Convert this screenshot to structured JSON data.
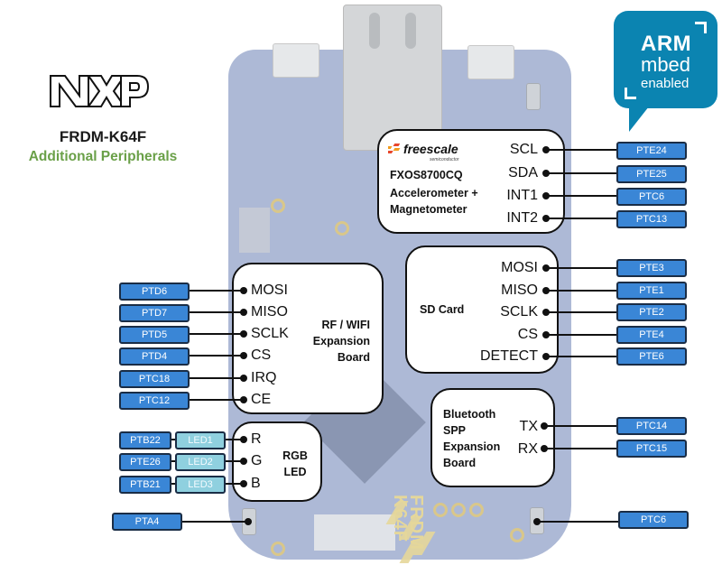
{
  "branding": {
    "vendor_logo": "NXP",
    "board_name": "FRDM-K64F",
    "subtitle": "Additional Peripherals",
    "badge": {
      "line1": "ARM",
      "line2": "mbed",
      "line3": "enabled",
      "color": "#0b84b1"
    },
    "accent_green": "#6aa048"
  },
  "board_silkscreen": {
    "label1": "FRDM",
    "label2": "K64F"
  },
  "colors": {
    "pin_fill": "#3a86d6",
    "led_fill": "#8fd0df",
    "pin_border": "#1a2d46"
  },
  "accelerometer": {
    "brand": "freescale",
    "brand_sub": "semiconductor",
    "part": "FXOS8700CQ",
    "desc_line1": "Accelerometer +",
    "desc_line2": "Magnetometer",
    "signals": [
      {
        "name": "SCL",
        "pin": "PTE24"
      },
      {
        "name": "SDA",
        "pin": "PTE25"
      },
      {
        "name": "INT1",
        "pin": "PTC6"
      },
      {
        "name": "INT2",
        "pin": "PTC13"
      }
    ]
  },
  "sd_card": {
    "title": "SD Card",
    "signals": [
      {
        "name": "MOSI",
        "pin": "PTE3"
      },
      {
        "name": "MISO",
        "pin": "PTE1"
      },
      {
        "name": "SCLK",
        "pin": "PTE2"
      },
      {
        "name": "CS",
        "pin": "PTE4"
      },
      {
        "name": "DETECT",
        "pin": "PTE6"
      }
    ]
  },
  "rf_wifi": {
    "title_line1": "RF / WIFI",
    "title_line2": "Expansion",
    "title_line3": "Board",
    "signals": [
      {
        "name": "MOSI",
        "pin": "PTD6"
      },
      {
        "name": "MISO",
        "pin": "PTD7"
      },
      {
        "name": "SCLK",
        "pin": "PTD5"
      },
      {
        "name": "CS",
        "pin": "PTD4"
      },
      {
        "name": "IRQ",
        "pin": "PTC18"
      },
      {
        "name": "CE",
        "pin": "PTC12"
      }
    ]
  },
  "rgb_led": {
    "title_line1": "RGB",
    "title_line2": "LED",
    "signals": [
      {
        "name": "R",
        "pin": "PTB22",
        "led": "LED1"
      },
      {
        "name": "G",
        "pin": "PTE26",
        "led": "LED2"
      },
      {
        "name": "B",
        "pin": "PTB21",
        "led": "LED3"
      }
    ]
  },
  "bluetooth": {
    "title_line1": "Bluetooth",
    "title_line2": "SPP",
    "title_line3": "Expansion",
    "title_line4": "Board",
    "signals": [
      {
        "name": "TX",
        "pin": "PTC14"
      },
      {
        "name": "RX",
        "pin": "PTC15"
      }
    ]
  },
  "switches": {
    "left": {
      "pin": "PTA4"
    },
    "right": {
      "pin": "PTC6"
    }
  }
}
